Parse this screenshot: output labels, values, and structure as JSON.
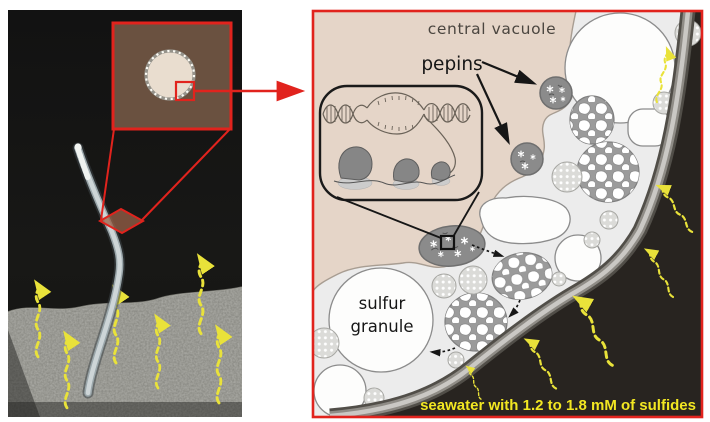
{
  "diagram": {
    "labels": {
      "central_vacuole": "central vacuole",
      "pepins": "pepins",
      "sulfur_granule": [
        "sulfur",
        "granule"
      ],
      "seawater_note": "seawater with 1.2 to 1.8 mM of sulfides"
    },
    "icons": {
      "sulfide_arrow": "wavy-dashed-up-arrow",
      "zoom_callout": "red-rectangle-magnifier",
      "pepin_content": "white-asterisk-cluster"
    },
    "colors": {
      "annotation_red": "#e1231d",
      "central_vacuole_beige": "#e5d5c8",
      "cytoplasm_gray": "#ececec",
      "pepin_gray": "#8b8b8b",
      "membrane_gray": "#8f8c86",
      "seawater_dark": "#282420",
      "sediment_gray": "#83837d",
      "sulfide_arrow_yellow": "#e9e23a",
      "seawater_text_yellow": "#f2e722"
    }
  }
}
